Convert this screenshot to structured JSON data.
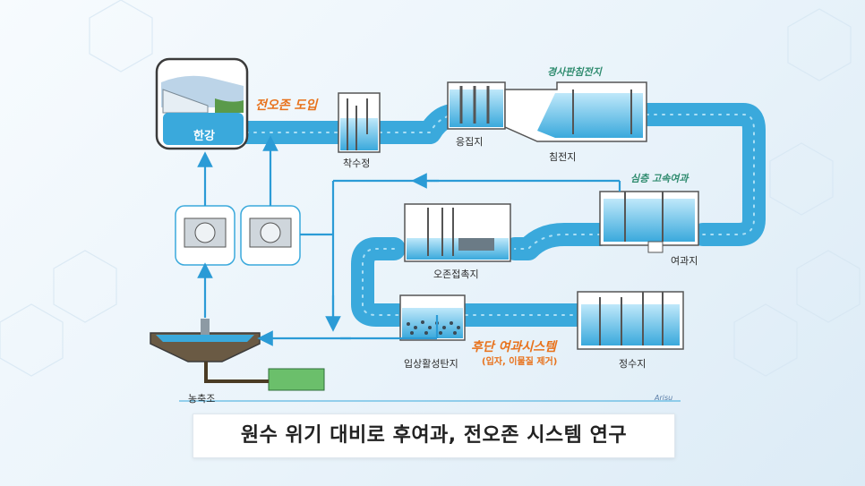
{
  "labels": {
    "han_river": "한강",
    "ozone_intro": "전오존 도입",
    "receiving_well": "착수정",
    "coagulation": "응집지",
    "inclined_plate_settling": "경사판침전지",
    "sedimentation": "침전지",
    "deep_rapid_filtration": "심층 고속여과",
    "filtration": "여과지",
    "ozone_contact": "오존접촉지",
    "gac": "입상활성탄지",
    "clear_well": "정수지",
    "post_filtration": "후단 여과시스템",
    "post_filtration_sub": "(입자, 이물질 제거)",
    "thickener": "농축조"
  },
  "caption": "원수 위기 대비로 후여과, 전오존 시스템 연구",
  "logo": "Arisu",
  "colors": {
    "water": "#3aa9dc",
    "water_light": "#8fd3f2",
    "arrow": "#2b9bd6",
    "accent_orange": "#e8721c",
    "accent_green": "#2e8b6e"
  },
  "icons": [
    "dam-icon",
    "ozone-generator-icon",
    "ozone-generator-icon",
    "thickener-icon",
    "dewatering-machine-icon"
  ]
}
